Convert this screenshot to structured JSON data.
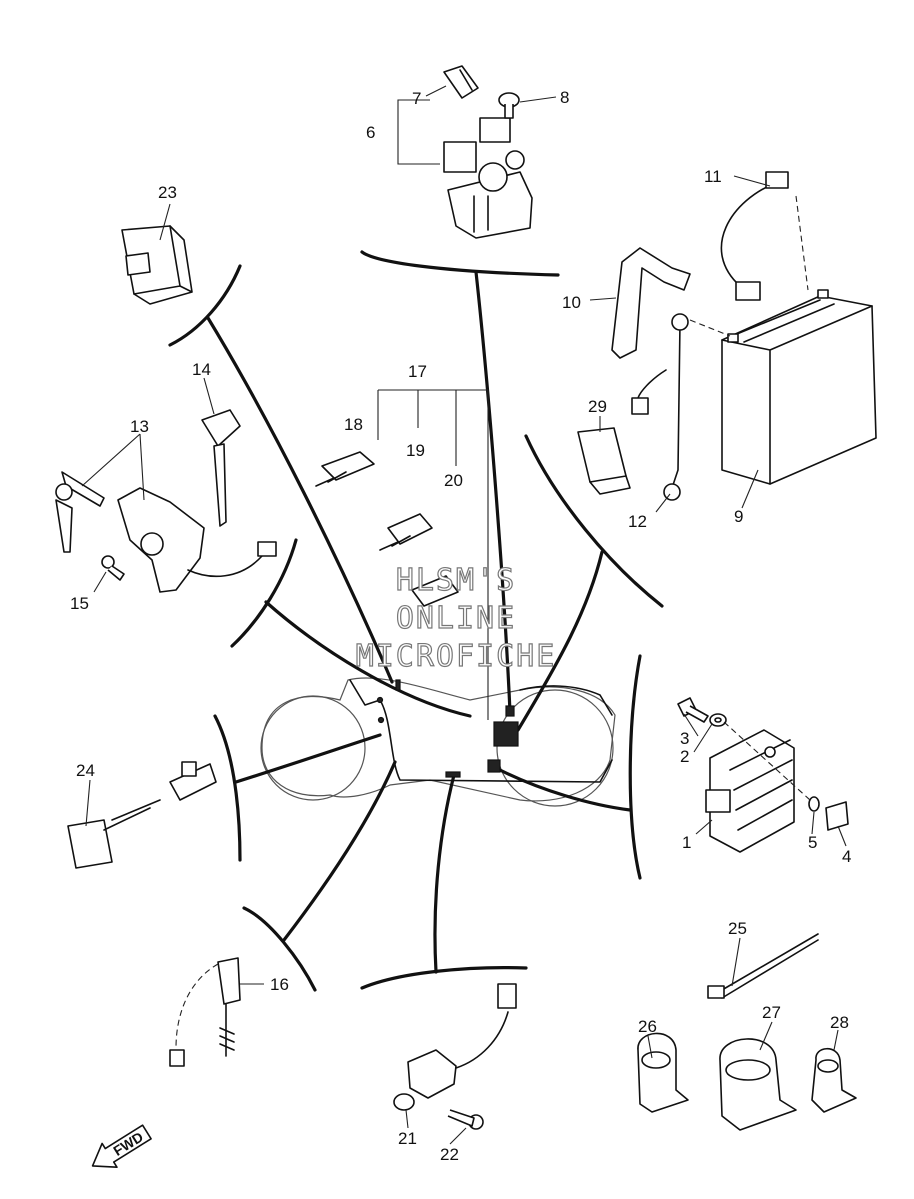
{
  "watermark": {
    "line1": "HLSM'S",
    "line2": "ONLINE",
    "line3": "MICROFICHE"
  },
  "direction_arrow": {
    "label": "FWD",
    "icon": "fwd-arrow-icon"
  },
  "callouts": {
    "c1": "1",
    "c2": "2",
    "c3": "3",
    "c4": "4",
    "c5": "5",
    "c6": "6",
    "c7": "7",
    "c8": "8",
    "c9": "9",
    "c10": "10",
    "c11": "11",
    "c12": "12",
    "c13": "13",
    "c14": "14",
    "c15": "15",
    "c16": "16",
    "c17": "17",
    "c18": "18",
    "c19": "19",
    "c20": "20",
    "c21": "21",
    "c22": "22",
    "c23": "23",
    "c24": "24",
    "c25": "25",
    "c26": "26",
    "c27": "27",
    "c28": "28",
    "c29": "29"
  }
}
